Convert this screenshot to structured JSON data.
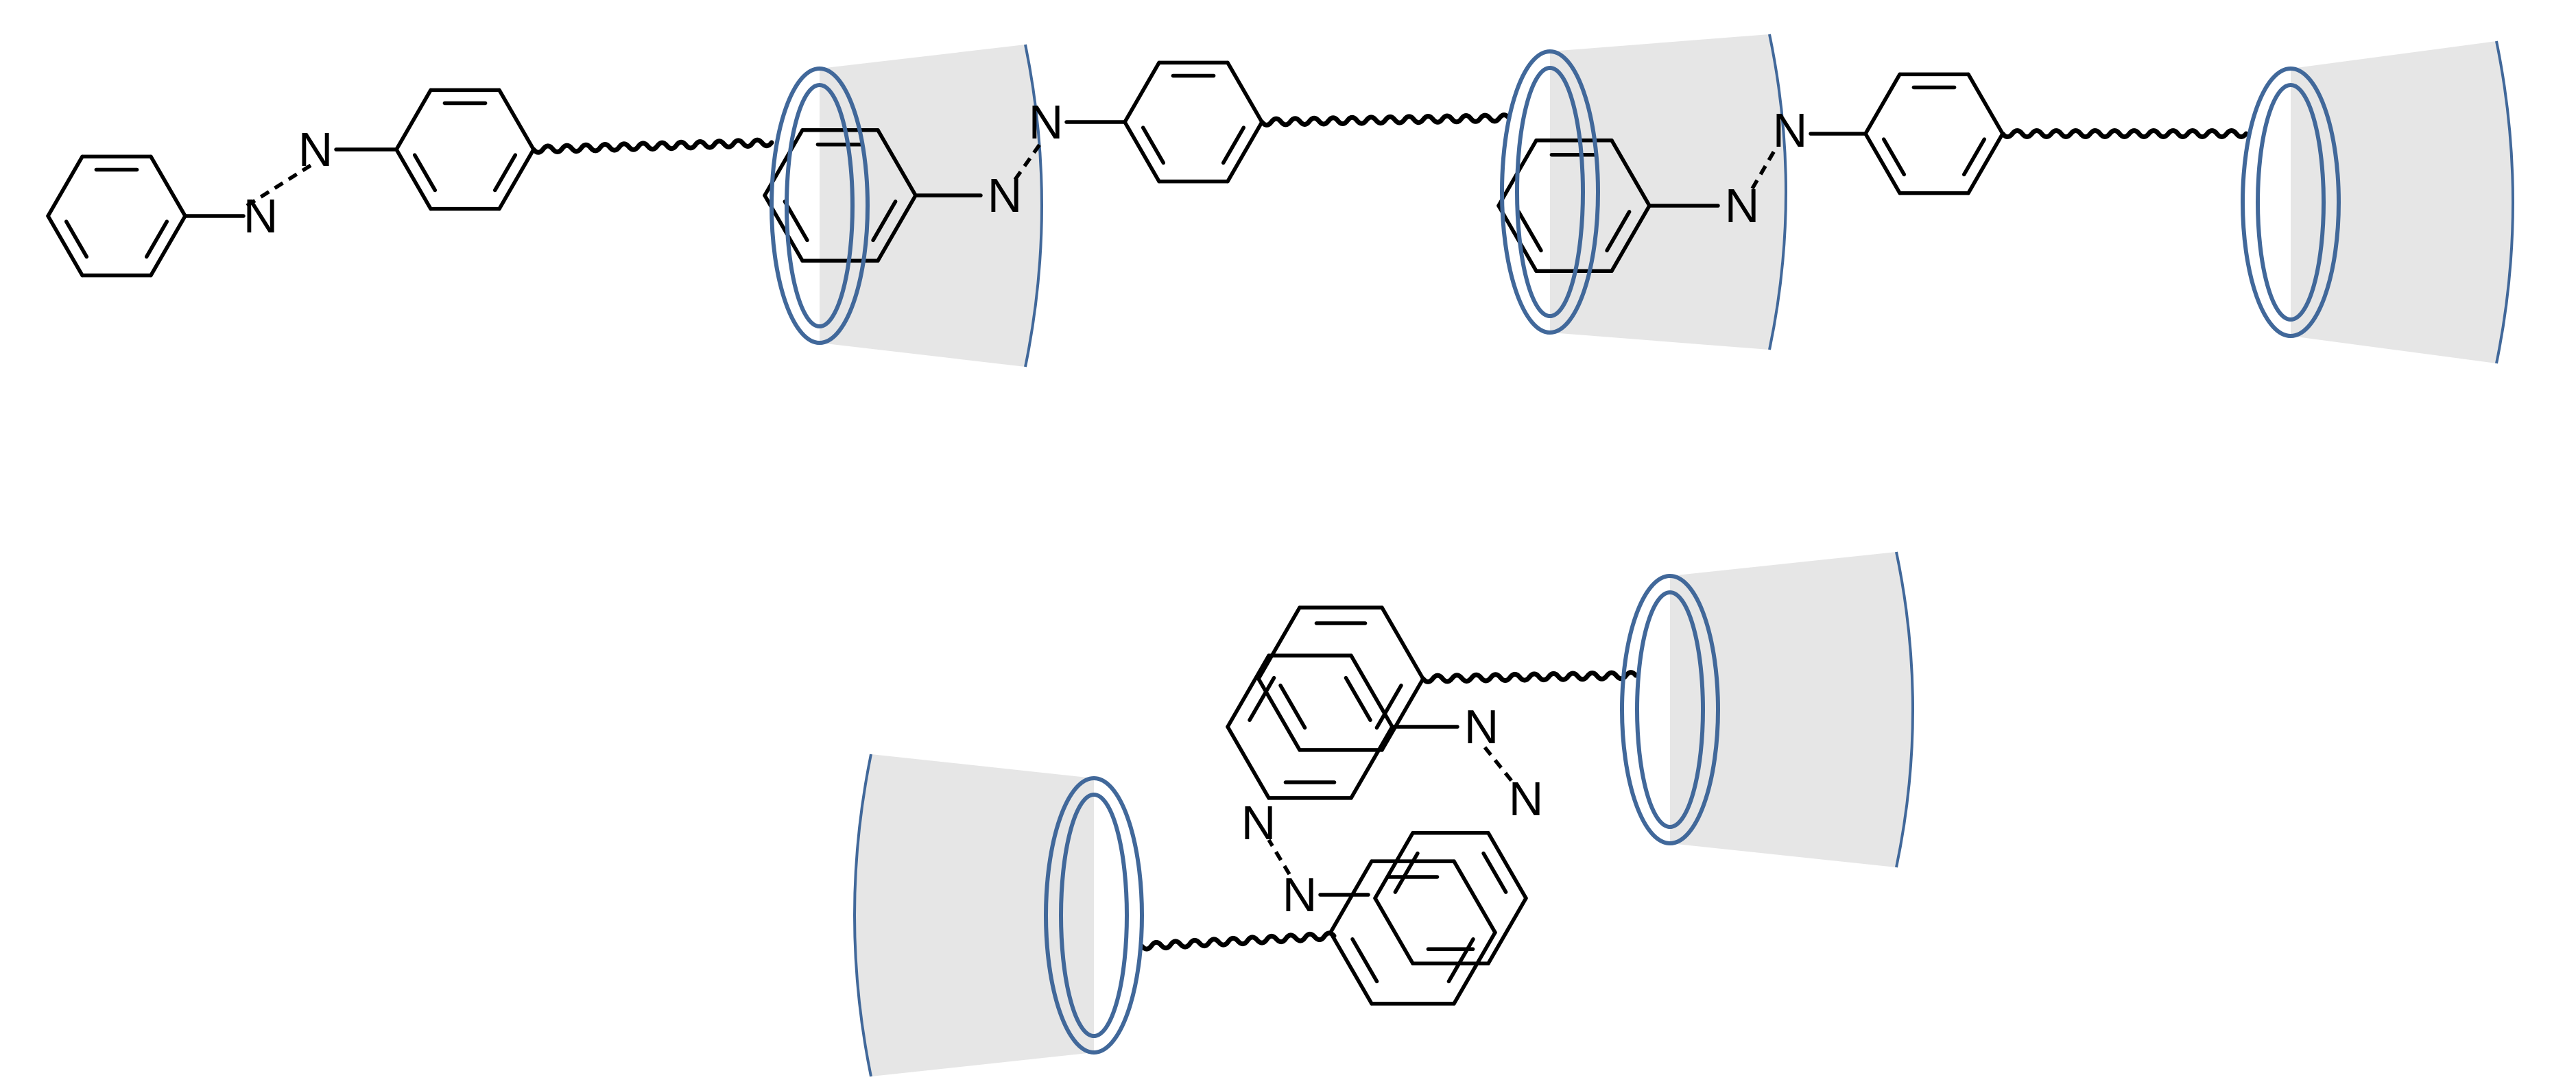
{
  "colors": {
    "background": "#ffffff",
    "bond": "#000000",
    "ring_stroke": "#41689a",
    "cup_fill": "#e6e6e6"
  },
  "labels": {
    "nitrogen": "N"
  },
  "chains": {
    "top": {
      "content": "linear poly-azobenzene threaded through three cyclodextrin cups"
    },
    "bottom": {
      "content": "dimer of two cis-azobenzene units each capped by a cyclodextrin cup"
    }
  }
}
